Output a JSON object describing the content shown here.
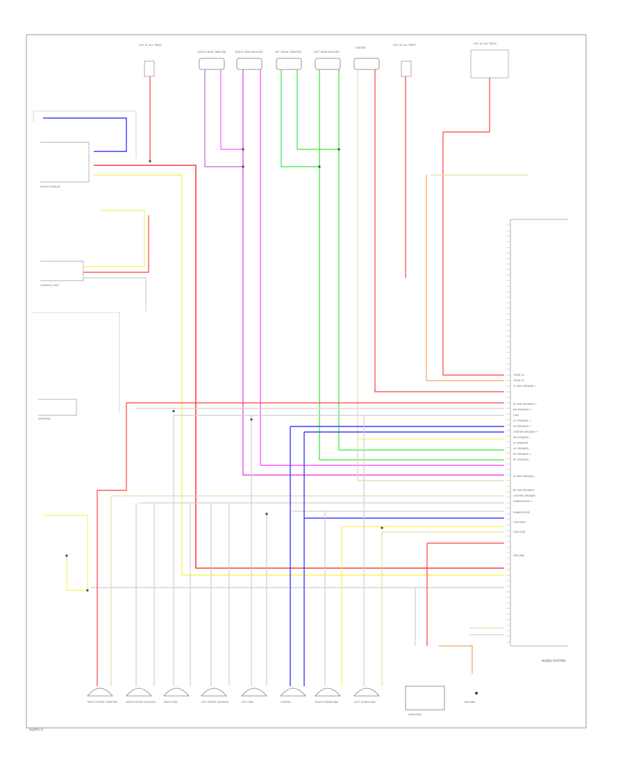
{
  "diagram": {
    "footer_code": "Sw5/0+1",
    "module_label": "AUDIO SYSTEM",
    "top_components": [
      {
        "id": "fuse-right",
        "label": "HOT AT ALL TIMES"
      },
      {
        "id": "rr-tweeter",
        "label": "RIGHT REAR TWEETER"
      },
      {
        "id": "rr-woofer",
        "label": "RIGHT REAR WOOFER"
      },
      {
        "id": "lr-tweeter",
        "label": "LEFT REAR TWEETER"
      },
      {
        "id": "lr-woofer",
        "label": "LEFT REAR WOOFER"
      },
      {
        "id": "center",
        "label": "CENTER"
      },
      {
        "id": "fuse-mid",
        "label": "HOT AT ALL TIMES"
      },
      {
        "id": "fuse-top-right",
        "label": "HOT AT ALL TIMES"
      }
    ],
    "left_components": [
      {
        "id": "front-module",
        "label": "FRONT MODULE"
      },
      {
        "id": "control-unit",
        "label": "CONTROL UNIT"
      },
      {
        "id": "antenna",
        "label": "ANTENNA"
      }
    ],
    "bottom_components": [
      {
        "id": "rf-tweeter",
        "label": "RIGHT FRONT TWEETER"
      },
      {
        "id": "rf-woofer",
        "label": "RIGHT FRONT WOOFER"
      },
      {
        "id": "rf-mid",
        "label": "RIGHT MID"
      },
      {
        "id": "lf-woofer",
        "label": "LEFT FRONT WOOFER"
      },
      {
        "id": "lf-mid",
        "label": "LEFT MID"
      },
      {
        "id": "center-front",
        "label": "CENTER"
      },
      {
        "id": "right-surround",
        "label": "RIGHT SURROUND"
      },
      {
        "id": "left-surround",
        "label": "LEFT SURROUND"
      },
      {
        "id": "amplifier",
        "label": "AMPLIFIER"
      },
      {
        "id": "ground-box",
        "label": "GROUND"
      }
    ],
    "module_pins": [
      {
        "label": "TERM 30"
      },
      {
        "label": "TERM 31"
      },
      {
        "label": "LF MID SPEAKER +"
      },
      {
        "label": "RF MID SPEAKER +"
      },
      {
        "label": "RR SPEAKER +"
      },
      {
        "label": "CAN"
      },
      {
        "label": "LF SPEAKER +"
      },
      {
        "label": "LR SPEAKER +"
      },
      {
        "label": "CENTER SPEAKER +"
      },
      {
        "label": "RR SPEAKER -"
      },
      {
        "label": "LF SPEAKER -"
      },
      {
        "label": "LR SPEAKER -"
      },
      {
        "label": "RF SPEAKER +"
      },
      {
        "label": "RF SPEAKER -"
      },
      {
        "label": "LF MID SPEAKER -"
      },
      {
        "label": "RF MID SPEAKER -"
      },
      {
        "label": "CENTER SPEAKER -"
      },
      {
        "label": "SUBWOOFER +"
      },
      {
        "label": "SUBWOOFER -"
      },
      {
        "label": "CAN HIGH"
      },
      {
        "label": "CAN LOW"
      },
      {
        "label": "GROUND"
      }
    ],
    "wire_colors": {
      "red": "#ff3b3b",
      "pink": "#ff55ff",
      "green": "#33e633",
      "blue": "#3a3aff",
      "yellow": "#f3f35a",
      "tan": "#e7d8a8",
      "orange": "#f4a15a",
      "gray": "#cfcfcf",
      "purple": "#b366e0",
      "magenta": "#e64ae6"
    }
  }
}
